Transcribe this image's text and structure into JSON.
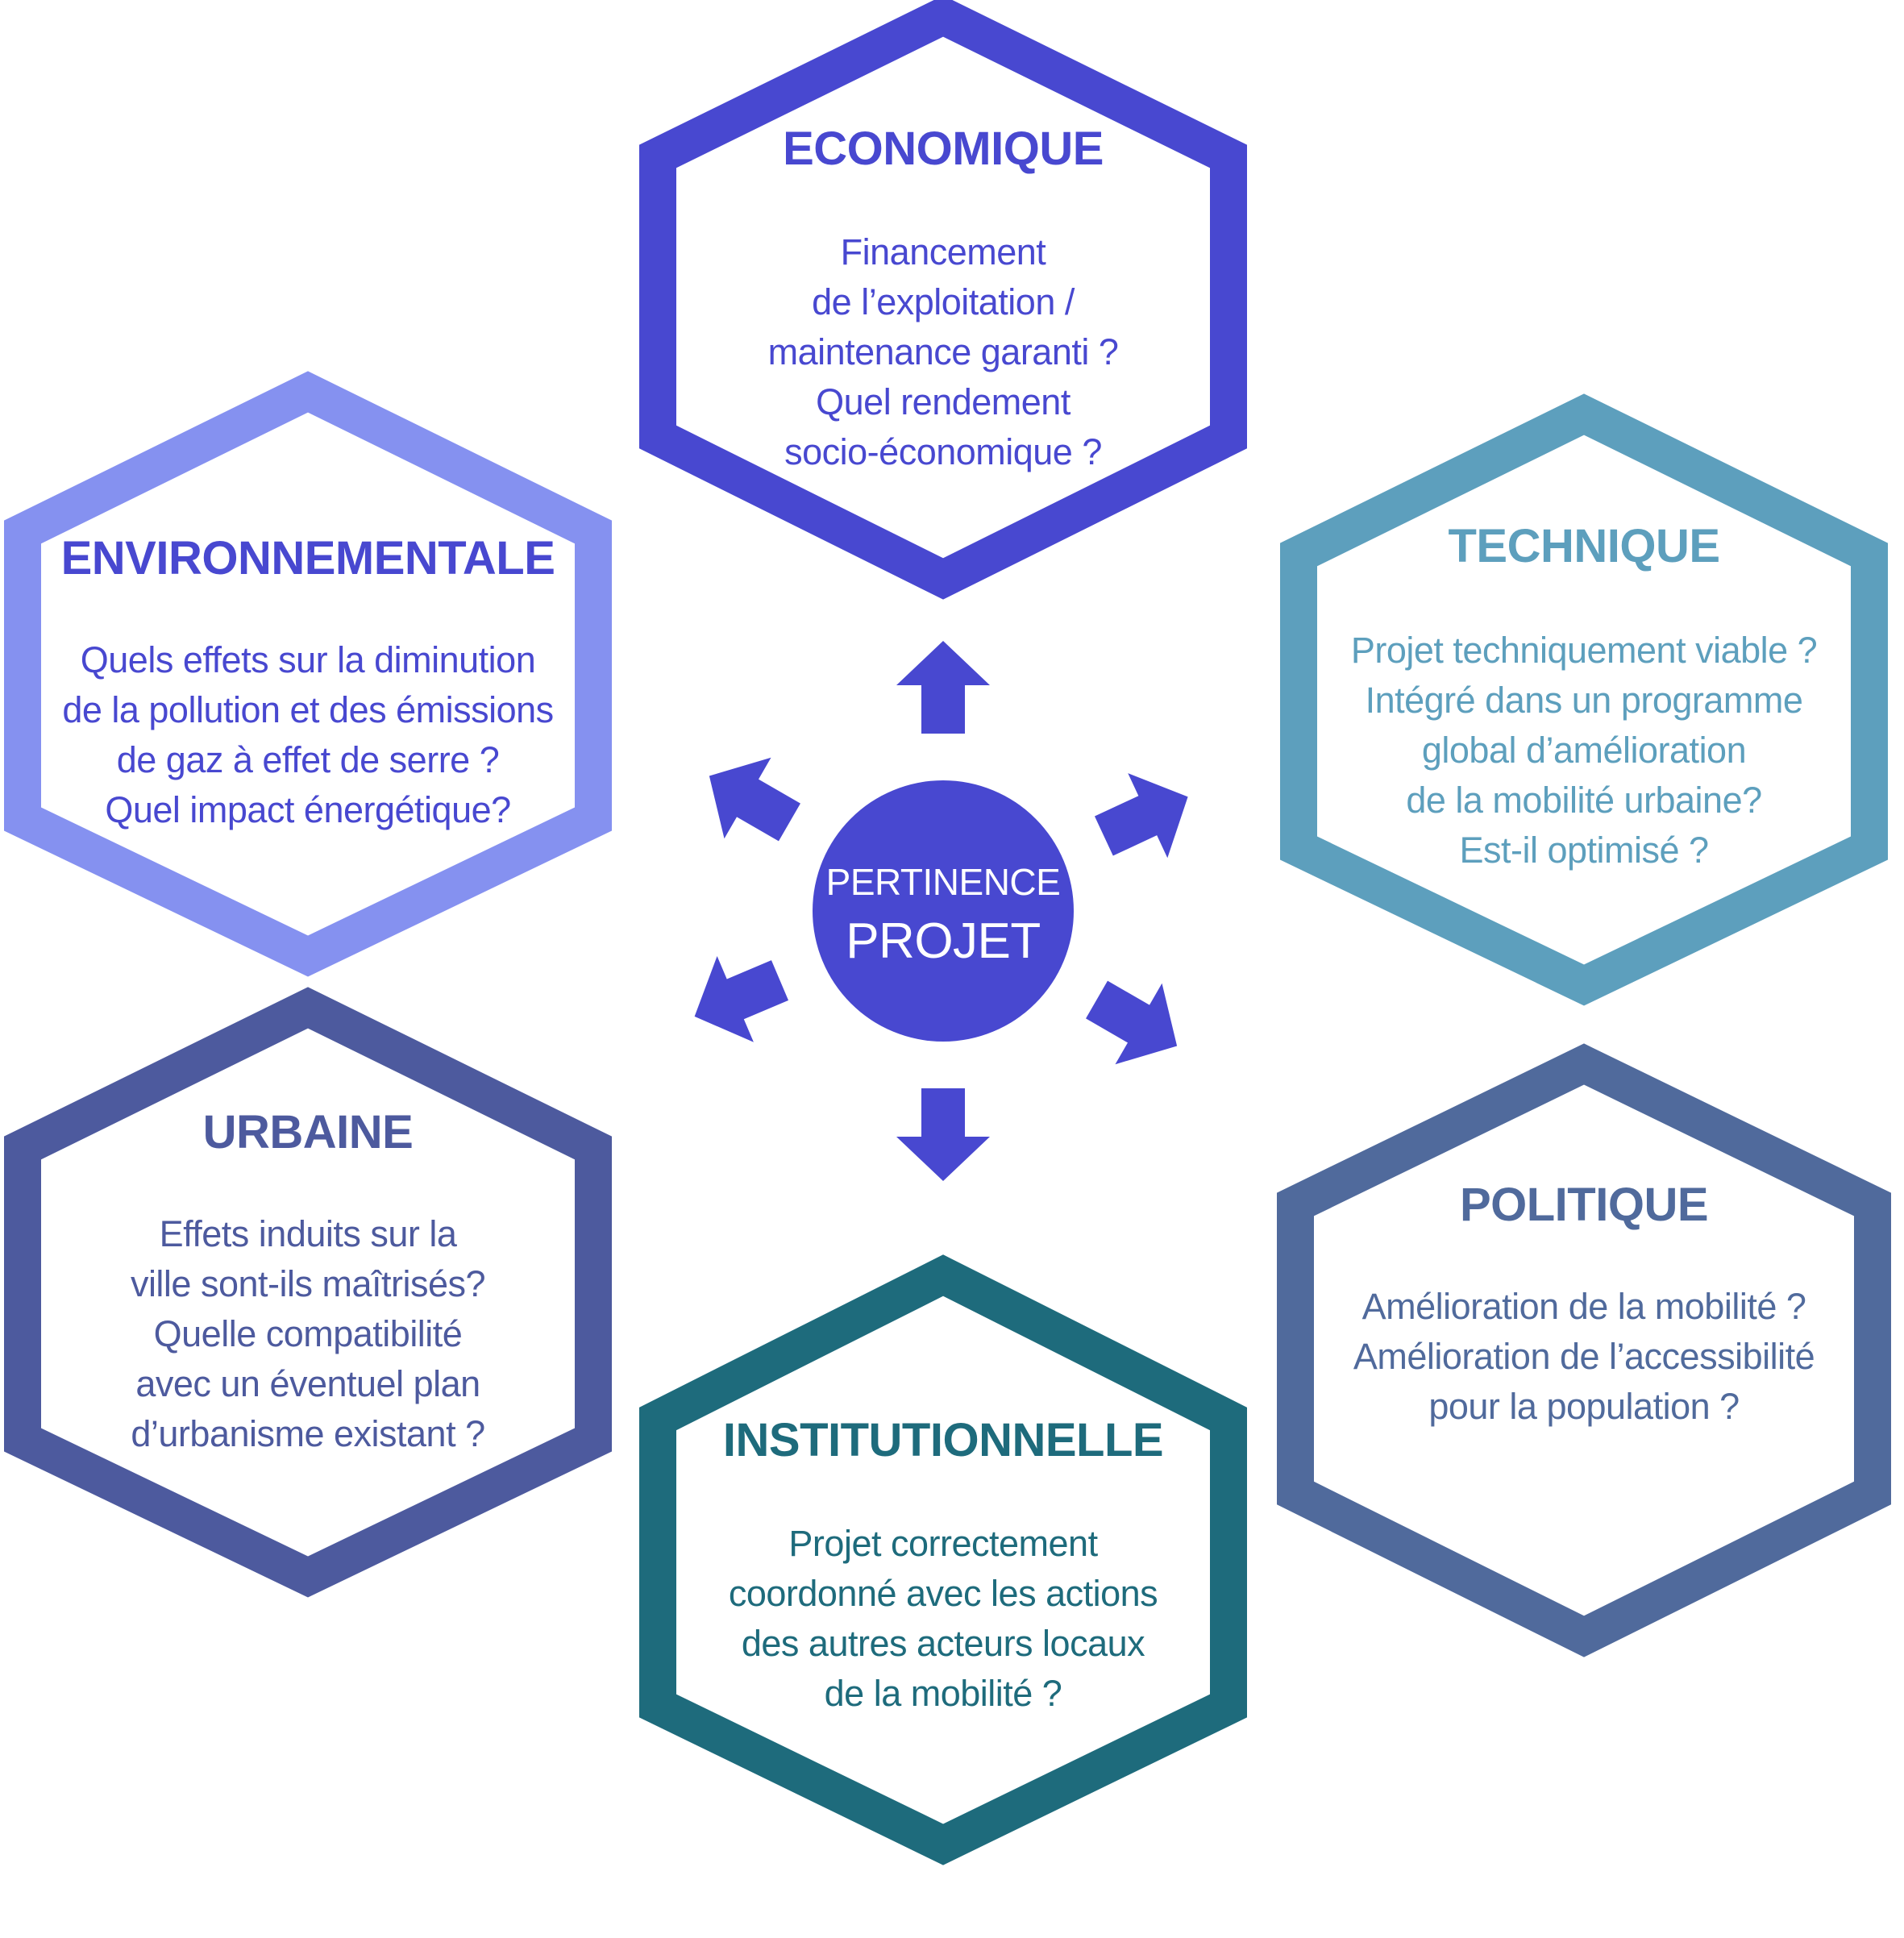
{
  "center": {
    "line1": "PERTINENCE",
    "line2": "PROJET",
    "color": "#4848d0"
  },
  "hexagons": [
    {
      "id": "economique",
      "title": "ECONOMIQUE",
      "lines": [
        "Financement",
        "de l’exploitation /",
        "maintenance garanti ?",
        "Quel rendement",
        "socio-économique ?"
      ],
      "border_color": "#4848d0",
      "text_color": "#4848d0"
    },
    {
      "id": "technique",
      "title": "TECHNIQUE",
      "lines": [
        "Projet techniquement viable ?",
        "Intégré dans un programme",
        "global d’amélioration",
        "de la mobilité urbaine?",
        "Est-il optimisé ?"
      ],
      "border_color": "#5d9fbd",
      "text_color": "#5d9fbd"
    },
    {
      "id": "politique",
      "title": "POLITIQUE",
      "lines": [
        "Amélioration de la mobilité ?",
        "Amélioration de l’accessibilité",
        "pour la population ?"
      ],
      "border_color": "#506a9c",
      "text_color": "#506a9c"
    },
    {
      "id": "institutionnelle",
      "title": "INSTITUTIONNELLE",
      "lines": [
        "Projet  correctement",
        "coordonné avec les actions",
        "des autres acteurs locaux",
        "de la mobilité ?"
      ],
      "border_color": "#1e6b7c",
      "text_color": "#1e6b7c"
    },
    {
      "id": "urbaine",
      "title": "URBAINE",
      "lines": [
        "Effets induits sur la",
        "ville sont-ils maîtrisés?",
        "Quelle compatibilité",
        "avec un éventuel plan",
        "d’urbanisme existant ?"
      ],
      "border_color": "#4d5a9e",
      "text_color": "#4d5a9e"
    },
    {
      "id": "environnementale",
      "title": "ENVIRONNEMENTALE",
      "lines": [
        "Quels effets sur la diminution",
        "de la pollution et des émissions",
        "de gaz à effet de serre ?",
        "Quel impact énergétique?"
      ],
      "border_color": "#8591f0",
      "text_color": "#4848d0"
    }
  ],
  "arrows": {
    "color": "#4848d0",
    "count": 6,
    "directions": [
      "up",
      "up-right",
      "down-right",
      "down",
      "down-left",
      "up-left"
    ]
  }
}
